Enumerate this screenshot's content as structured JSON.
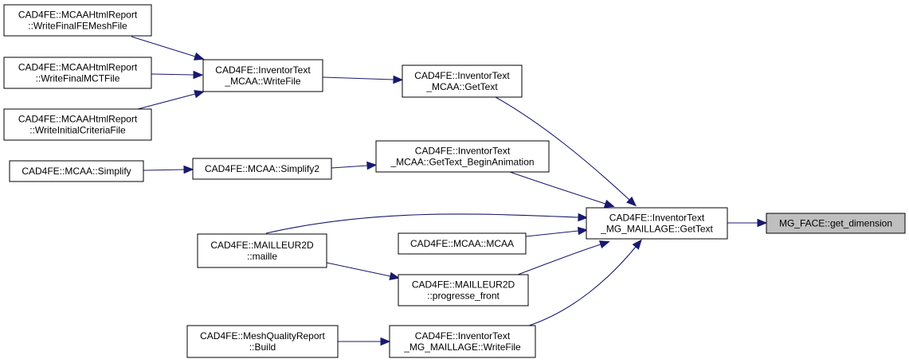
{
  "diagram": {
    "type": "call-graph",
    "direction": "left-to-right",
    "colors": {
      "edge": "#191970",
      "node_border": "#000000",
      "node_fill": "#ffffff",
      "current_fill": "#bfbfbf"
    },
    "nodes": [
      {
        "id": "n1",
        "lines": [
          "CAD4FE::MCAAHtmlReport",
          "::WriteFinalFEMeshFile"
        ]
      },
      {
        "id": "n2",
        "lines": [
          "CAD4FE::MCAAHtmlReport",
          "::WriteFinalMCTFile"
        ]
      },
      {
        "id": "n3",
        "lines": [
          "CAD4FE::MCAAHtmlReport",
          "::WriteInitialCriteriaFile"
        ]
      },
      {
        "id": "n4",
        "lines": [
          "CAD4FE::MCAA::Simplify"
        ]
      },
      {
        "id": "n5",
        "lines": [
          "CAD4FE::InventorText",
          "_MCAA::WriteFile"
        ]
      },
      {
        "id": "n6",
        "lines": [
          "CAD4FE::MCAA::Simplify2"
        ]
      },
      {
        "id": "n7",
        "lines": [
          "CAD4FE::InventorText",
          "_MCAA::GetText"
        ]
      },
      {
        "id": "n8",
        "lines": [
          "CAD4FE::InventorText",
          "_MCAA::GetText_BeginAnimation"
        ]
      },
      {
        "id": "n9",
        "lines": [
          "CAD4FE::MAILLEUR2D",
          "::maille"
        ]
      },
      {
        "id": "n10",
        "lines": [
          "CAD4FE::MCAA::MCAA"
        ]
      },
      {
        "id": "n11",
        "lines": [
          "CAD4FE::MAILLEUR2D",
          "::progresse_front"
        ]
      },
      {
        "id": "n12",
        "lines": [
          "CAD4FE::MeshQualityReport",
          "::Build"
        ]
      },
      {
        "id": "n13",
        "lines": [
          "CAD4FE::InventorText",
          "_MG_MAILLAGE::WriteFile"
        ]
      },
      {
        "id": "n14",
        "lines": [
          "CAD4FE::InventorText",
          "_MG_MAILLAGE::GetText"
        ]
      },
      {
        "id": "n15",
        "lines": [
          "MG_FACE::get_dimension"
        ],
        "current": true
      }
    ],
    "edges": [
      {
        "from": "n1",
        "to": "n5"
      },
      {
        "from": "n2",
        "to": "n5"
      },
      {
        "from": "n3",
        "to": "n5"
      },
      {
        "from": "n4",
        "to": "n6"
      },
      {
        "from": "n5",
        "to": "n7"
      },
      {
        "from": "n6",
        "to": "n8"
      },
      {
        "from": "n7",
        "to": "n14"
      },
      {
        "from": "n8",
        "to": "n14"
      },
      {
        "from": "n9",
        "to": "n14"
      },
      {
        "from": "n10",
        "to": "n14"
      },
      {
        "from": "n9",
        "to": "n11"
      },
      {
        "from": "n11",
        "to": "n14"
      },
      {
        "from": "n12",
        "to": "n13"
      },
      {
        "from": "n13",
        "to": "n14"
      },
      {
        "from": "n14",
        "to": "n15"
      }
    ]
  }
}
